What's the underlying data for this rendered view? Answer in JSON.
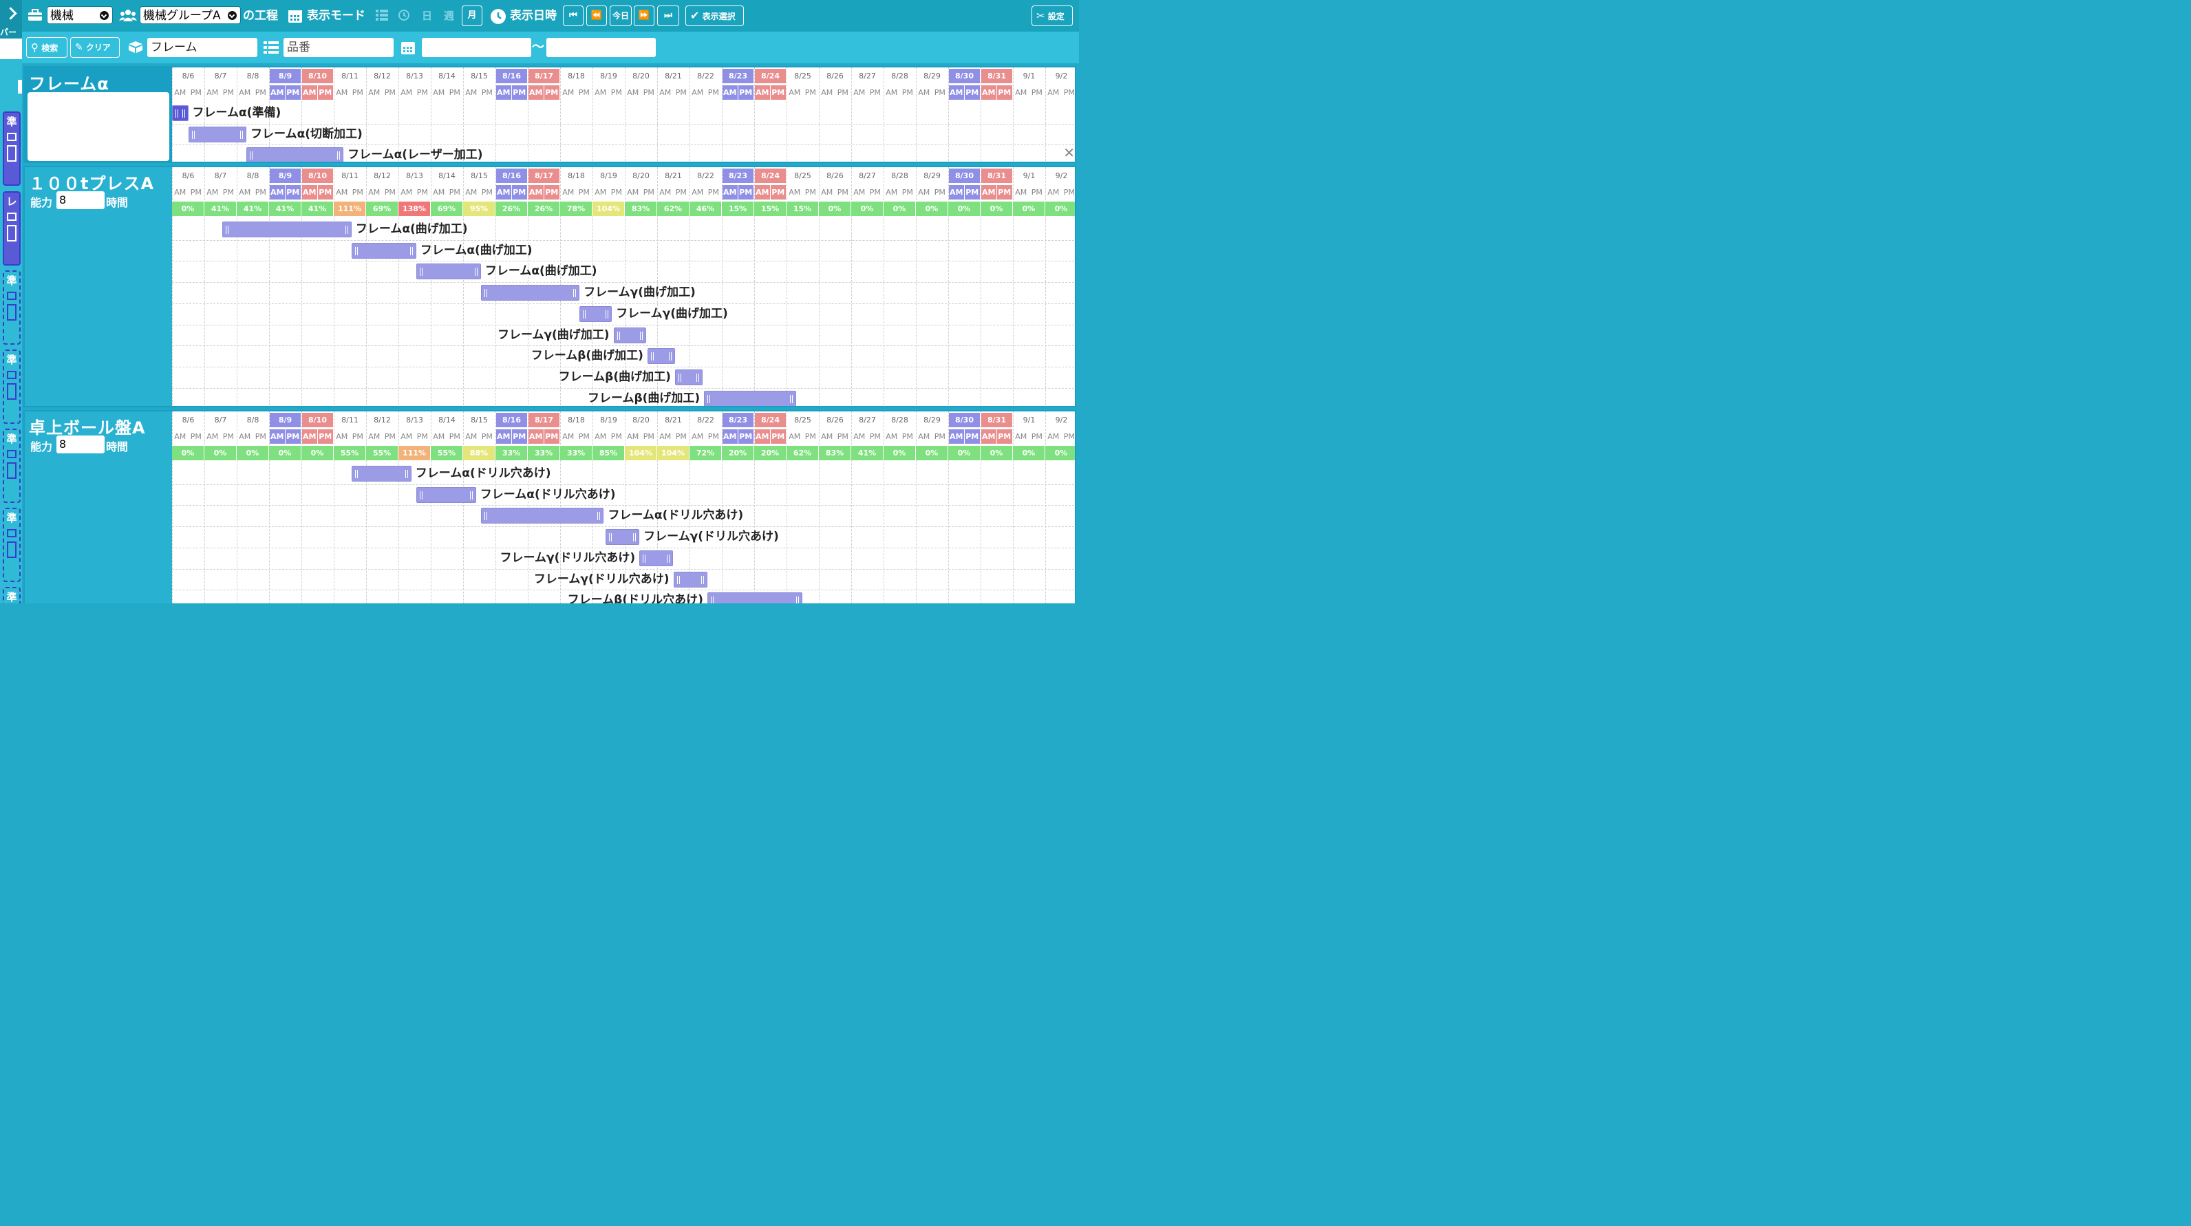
{
  "toolbar": {
    "machine_select": "機械",
    "group_select": "機械グループA",
    "process_suffix": "の工程",
    "display_mode": "表示モード",
    "day_btn": "日",
    "week_btn": "週",
    "month_btn": "月",
    "display_datetime": "表示日時",
    "today_btn": "今日",
    "display_select": "表示選択",
    "settings": "設定"
  },
  "subbar": {
    "search": "検索",
    "clear": "クリア",
    "item_value": "フレーム",
    "partno_placeholder": "品番",
    "tilde": "〜"
  },
  "left_strip": {
    "tab_top": "パー",
    "panels": [
      "準",
      "レ",
      "準",
      "準",
      "準",
      "準",
      "準"
    ]
  },
  "dates": [
    "8/6",
    "8/7",
    "8/8",
    "8/9",
    "8/10",
    "8/11",
    "8/12",
    "8/13",
    "8/14",
    "8/15",
    "8/16",
    "8/17",
    "8/18",
    "8/19",
    "8/20",
    "8/21",
    "8/22",
    "8/23",
    "8/24",
    "8/25",
    "8/26",
    "8/27",
    "8/28",
    "8/29",
    "8/30",
    "8/31",
    "9/1",
    "9/2"
  ],
  "date_colors": [
    "",
    "",
    "",
    "blue",
    "red",
    "",
    "",
    "",
    "",
    "",
    "blue",
    "red",
    "",
    "",
    "",
    "",
    "",
    "blue",
    "red",
    "",
    "",
    "",
    "",
    "",
    "blue",
    "red",
    "",
    ""
  ],
  "am": "AM",
  "pm": "PM",
  "colors": {
    "blue_day": "#8f8fe6",
    "red_day": "#ea8d8d",
    "bar": "#9c9ce6",
    "pct_green": "#7ee07e",
    "pct_yellow": "#e4e67a",
    "pct_orange": "#f3b27a",
    "pct_red": "#ef7777"
  },
  "sections": [
    {
      "title": "フレームα",
      "has_capacity": false,
      "tasks": [
        {
          "label": "フレームα(準備)",
          "start": 0,
          "len": 1,
          "label_side": "right",
          "dark": true
        },
        {
          "label": "フレームα(切断加工)",
          "start": 1,
          "len": 3.6,
          "label_side": "right"
        },
        {
          "label": "フレームα(レーザー加工)",
          "start": 4.6,
          "len": 6,
          "label_side": "right"
        }
      ]
    },
    {
      "title": "１００tプレスA",
      "has_capacity": true,
      "capacity_label": "能力",
      "capacity_value": "8",
      "hours_label": "時間",
      "percent": [
        "0%",
        "41%",
        "41%",
        "41%",
        "41%",
        "111%",
        "69%",
        "138%",
        "69%",
        "95%",
        "26%",
        "26%",
        "78%",
        "104%",
        "83%",
        "62%",
        "46%",
        "15%",
        "15%",
        "15%",
        "0%",
        "0%",
        "0%",
        "0%",
        "0%",
        "0%",
        "0%",
        "0%"
      ],
      "percent_color": [
        "green",
        "green",
        "green",
        "green",
        "green",
        "orange",
        "green",
        "red",
        "green",
        "yellow",
        "green",
        "green",
        "green",
        "yellow",
        "green",
        "green",
        "green",
        "green",
        "green",
        "green",
        "green",
        "green",
        "green",
        "green",
        "green",
        "green",
        "green",
        "green"
      ],
      "tasks": [
        {
          "label": "フレームα(曲げ加工)",
          "start": 3.1,
          "len": 8,
          "label_side": "right"
        },
        {
          "label": "フレームα(曲げ加工)",
          "start": 11.1,
          "len": 4,
          "label_side": "right"
        },
        {
          "label": "フレームα(曲げ加工)",
          "start": 15.1,
          "len": 4,
          "label_side": "right"
        },
        {
          "label": "フレームγ(曲げ加工)",
          "start": 19.1,
          "len": 6.1,
          "label_side": "right"
        },
        {
          "label": "フレームγ(曲げ加工)",
          "start": 25.2,
          "len": 2,
          "label_side": "right"
        },
        {
          "label": "フレームγ(曲げ加工)",
          "start": 27.3,
          "len": 2,
          "label_side": "left"
        },
        {
          "label": "フレームβ(曲げ加工)",
          "start": 29.4,
          "len": 1.7,
          "label_side": "left"
        },
        {
          "label": "フレームβ(曲げ加工)",
          "start": 31.1,
          "len": 1.7,
          "label_side": "left"
        },
        {
          "label": "フレームβ(曲げ加工)",
          "start": 32.9,
          "len": 5.7,
          "label_side": "left"
        }
      ]
    },
    {
      "title": "卓上ボール盤A",
      "has_capacity": true,
      "capacity_label": "能力",
      "capacity_value": "8",
      "hours_label": "時間",
      "percent": [
        "0%",
        "0%",
        "0%",
        "0%",
        "0%",
        "55%",
        "55%",
        "111%",
        "55%",
        "88%",
        "33%",
        "33%",
        "33%",
        "85%",
        "104%",
        "104%",
        "72%",
        "20%",
        "20%",
        "62%",
        "83%",
        "41%",
        "0%",
        "0%",
        "0%",
        "0%",
        "0%",
        "0%"
      ],
      "percent_color": [
        "green",
        "green",
        "green",
        "green",
        "green",
        "green",
        "green",
        "orange",
        "green",
        "yellow",
        "green",
        "green",
        "green",
        "green",
        "yellow",
        "yellow",
        "green",
        "green",
        "green",
        "green",
        "green",
        "green",
        "green",
        "green",
        "green",
        "green",
        "green",
        "green"
      ],
      "tasks": [
        {
          "label": "フレームα(ドリル穴あけ)",
          "start": 11.1,
          "len": 3.7,
          "label_side": "right"
        },
        {
          "label": "フレームα(ドリル穴あけ)",
          "start": 15.1,
          "len": 3.7,
          "label_side": "right"
        },
        {
          "label": "フレームα(ドリル穴あけ)",
          "start": 19.1,
          "len": 7.6,
          "label_side": "right"
        },
        {
          "label": "フレームγ(ドリル穴あけ)",
          "start": 26.8,
          "len": 2.1,
          "label_side": "right"
        },
        {
          "label": "フレームγ(ドリル穴あけ)",
          "start": 28.9,
          "len": 2.1,
          "label_side": "left"
        },
        {
          "label": "フレームγ(ドリル穴あけ)",
          "start": 31,
          "len": 2.1,
          "label_side": "left"
        },
        {
          "label": "フレームβ(ドリル穴あけ)",
          "start": 33.1,
          "len": 5.9,
          "label_side": "left"
        }
      ]
    }
  ]
}
